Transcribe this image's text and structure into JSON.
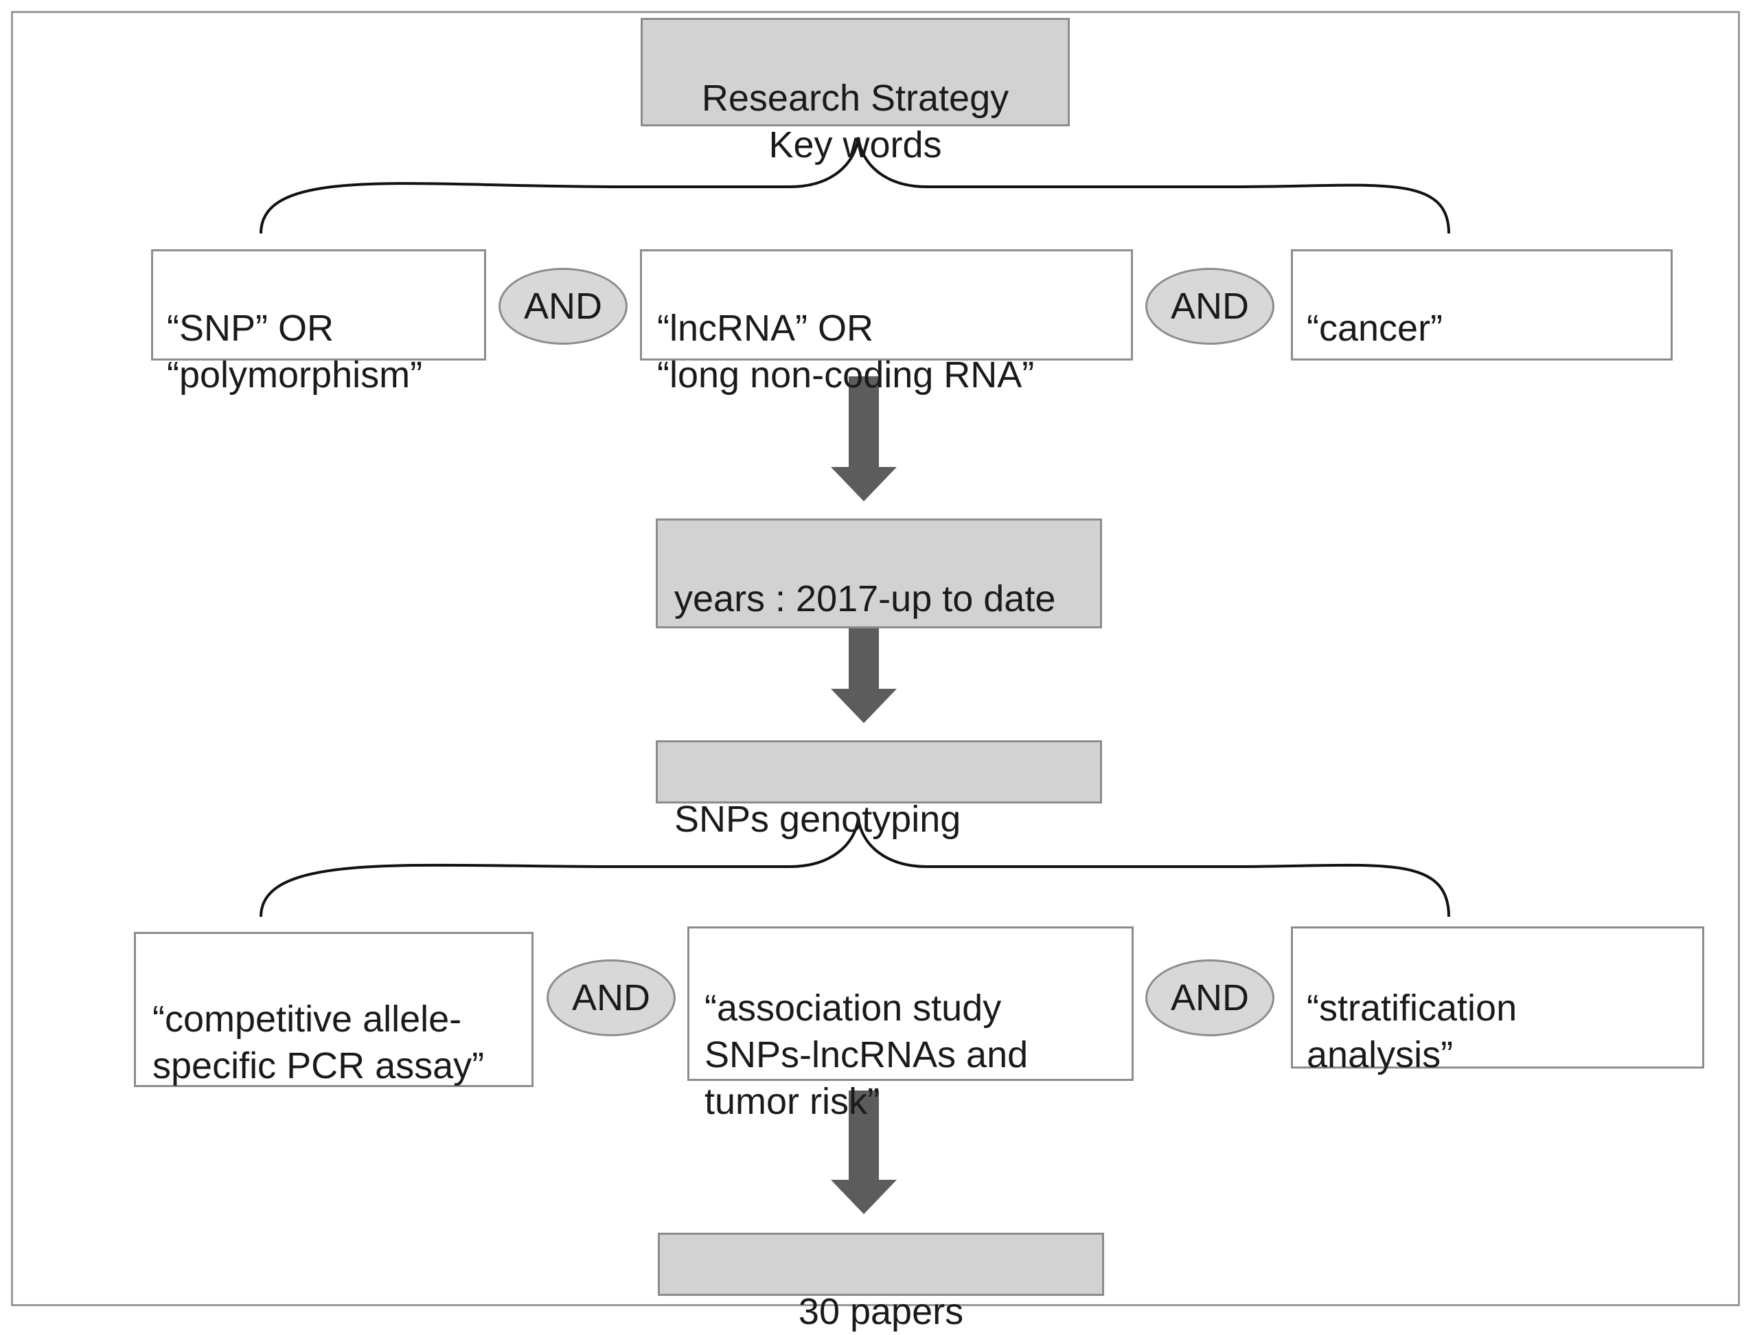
{
  "title_box": {
    "text": "Research Strategy\nKey words"
  },
  "keywords_row1": [
    {
      "text": "“SNP” OR\n“polymorphism”"
    },
    {
      "text": "“lncRNA” OR\n“long non-coding RNA”"
    },
    {
      "text": "“cancer”"
    }
  ],
  "operators_row1": [
    "AND",
    "AND"
  ],
  "step_years": {
    "text": "years : 2017-up to date"
  },
  "step_genotyping": {
    "text": "SNPs genotyping"
  },
  "keywords_row2": [
    {
      "text": "“competitive allele-\nspecific PCR assay”"
    },
    {
      "text": "“association study\nSNPs-lncRNAs and\ntumor risk”"
    },
    {
      "text": "“stratification\nanalysis”"
    }
  ],
  "operators_row2": [
    "AND",
    "AND"
  ],
  "result_box": {
    "text": "30 papers"
  },
  "colors": {
    "grey_box": "#d2d2d2",
    "arrow": "#5c5c5c",
    "oval": "#d8d8d8"
  }
}
